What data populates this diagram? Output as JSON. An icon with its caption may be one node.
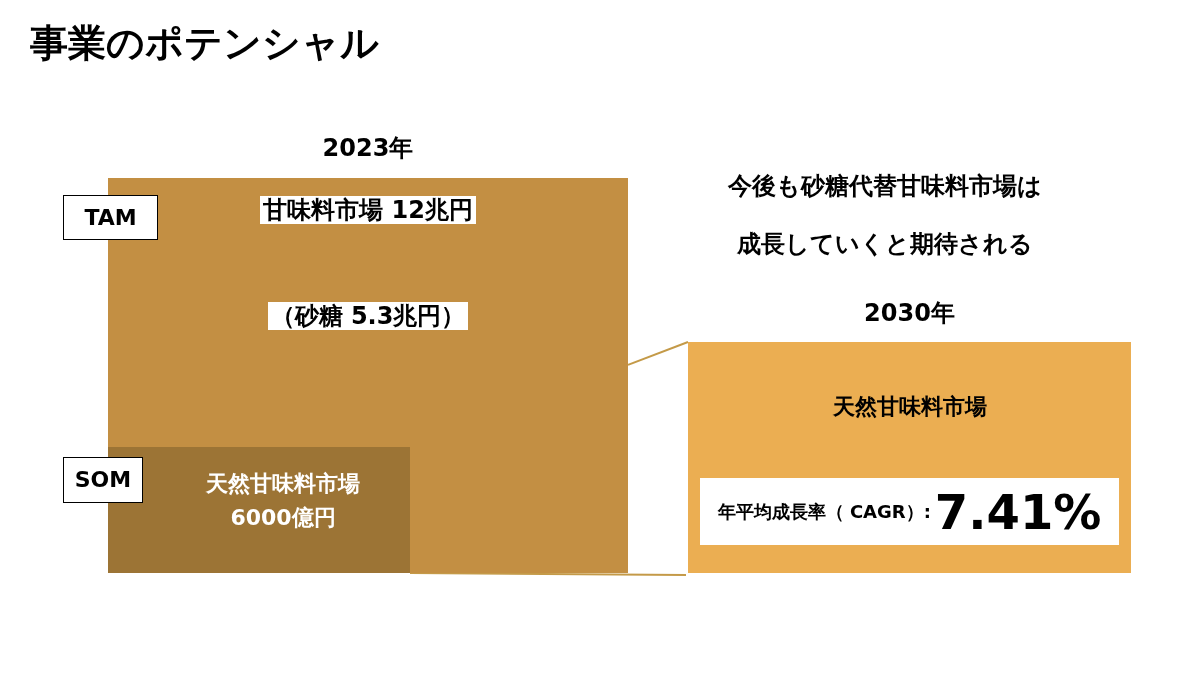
{
  "diagram": {
    "title": "事業のポテンシャル",
    "nodes": [
      {
        "text": [
          "2023年",
          "甘味料市場 12兆円",
          "（砂糖 5.3兆円）"
        ]
      },
      {
        "text": [
          "天然甘味料市場6000億円"
        ],
        "in": 0
      },
      {
        "text": [
          "TAM"
        ]
      },
      {
        "text": [
          "SOM"
        ]
      },
      {
        "text": [
          "2030年",
          "天然甘味料市場"
        ]
      },
      {
        "text": [
          "年平均成長率（ CAGR）:",
          "7.41%"
        ],
        "in": 4
      }
    ],
    "edges": [
      {
        "from": 0,
        "to": 4,
        "arrow": "none"
      },
      {
        "from": 1,
        "to": 4,
        "arrow": "none"
      }
    ],
    "labels": [
      "今後も砂糖代替甘味料市場は成長していくと期待される"
    ]
  }
}
